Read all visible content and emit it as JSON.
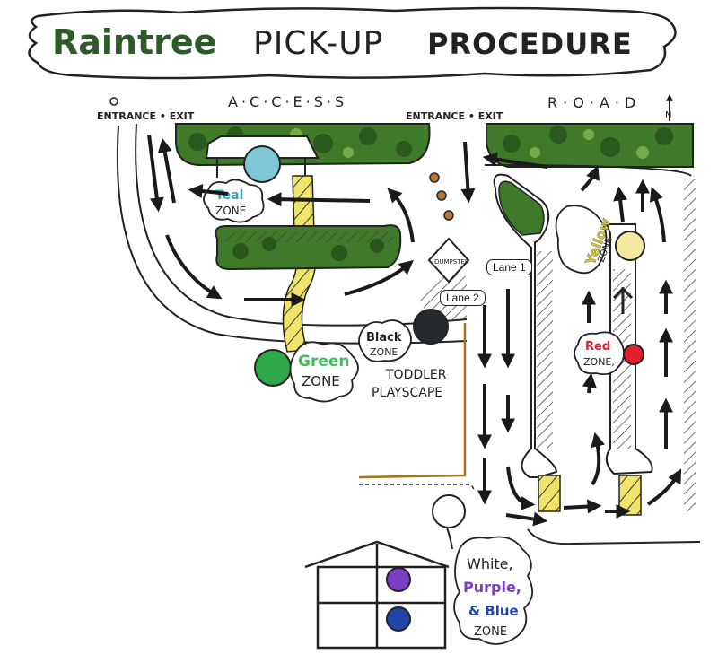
{
  "title": {
    "brand": "Raintree",
    "part2": "PICK-UP",
    "part3": "PROCEDURE",
    "brand_color": "#2e5a2a"
  },
  "road": {
    "left_label": "A·C·C·E·S·S",
    "right_label": "R·O·A·D",
    "entrance_left": "ENTRANCE • EXIT",
    "entrance_right": "ENTRANCE • EXIT",
    "north": "N"
  },
  "labels": {
    "dumpster": "DUMPSTER",
    "toddler_line1": "TODDLER",
    "toddler_line2": "PLAYSCAPE",
    "lane1": "Lane 1",
    "lane2": "Lane 2"
  },
  "zones": {
    "teal": {
      "name": "Teal",
      "suffix": "ZONE",
      "color": "#7ec8d8"
    },
    "green": {
      "name": "Green",
      "suffix": "ZONE",
      "color": "#2fa84a"
    },
    "black": {
      "name": "Black",
      "suffix": "ZONE",
      "color": "#262a2c"
    },
    "red": {
      "name": "Red",
      "suffix": "ZONE,",
      "color": "#e0202a"
    },
    "yellow": {
      "name": "Yellow",
      "suffix": "ZONE",
      "color": "#f2e8a0"
    },
    "white_group": {
      "line1": "White,",
      "line2": "Purple,",
      "line3": "& Blue",
      "line4": "ZONE",
      "purple_color": "#7a3fc4",
      "blue_color": "#1f45a8"
    }
  },
  "colors": {
    "foliage": "#3f7a2a",
    "foliage_dark": "#234a18",
    "path": "#f0e46a",
    "ink": "#1a1a1a"
  }
}
